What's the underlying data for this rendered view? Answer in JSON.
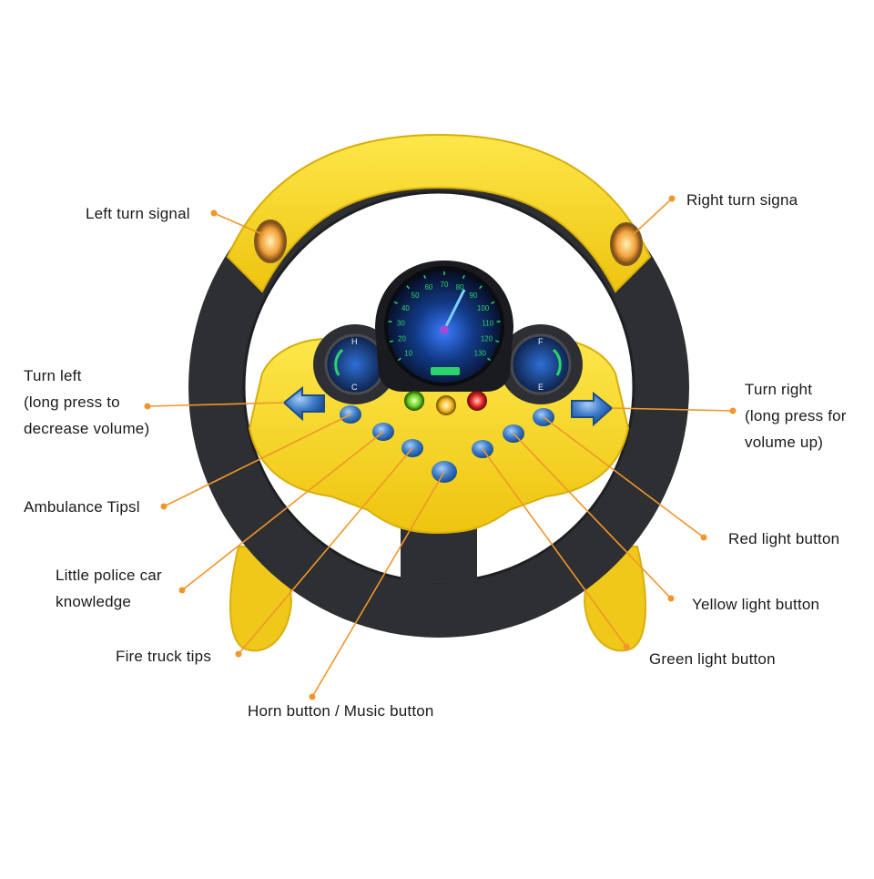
{
  "labels": {
    "left_turn_signal": "Left turn signal",
    "right_turn_signal": "Right turn signa",
    "turn_left": [
      "Turn left",
      "(long press to",
      "decrease volume)"
    ],
    "turn_right": [
      "Turn right",
      "(long press for",
      "volume up)"
    ],
    "ambulance": "Ambulance Tipsl",
    "police": [
      "Little police car",
      "knowledge"
    ],
    "fire_truck": "Fire truck tips",
    "horn": "Horn button / Music button",
    "red_light": "Red light button",
    "yellow_light": "Yellow light button",
    "green_light": "Green light button"
  },
  "speedometer": {
    "ticks": [
      "10",
      "20",
      "30",
      "40",
      "50",
      "60",
      "70",
      "80",
      "90",
      "100",
      "110",
      "120",
      "130"
    ]
  },
  "gauges": {
    "left": {
      "top": "H",
      "bottom": "C"
    },
    "right": {
      "top": "F",
      "bottom": "E"
    }
  },
  "colors": {
    "wheel_yellow": "#f7d81c",
    "grip_dark": "#2e2f33",
    "leader_orange": "#f0962b",
    "button_blue": "#3d7cc9",
    "dial_green": "#2bd36b"
  }
}
